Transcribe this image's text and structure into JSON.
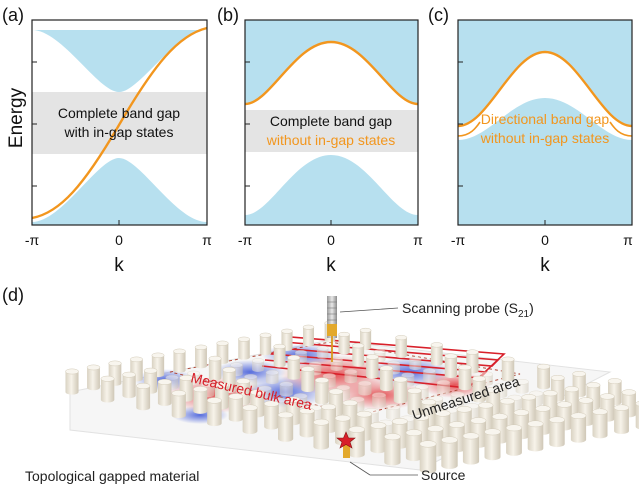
{
  "colors": {
    "band_fill": "#b7e0ef",
    "gap_fill": "#e4e4e4",
    "orange": "#f2961e",
    "axis": "#222222",
    "red_field": "#e2393d",
    "blue_field": "#3b55d8",
    "pillar": "#eee8da"
  },
  "common": {
    "ylabel": "Energy",
    "xlabel": "k",
    "x_ticks": [
      "-π",
      "0",
      "π"
    ]
  },
  "panels": [
    {
      "tag": "(a)",
      "text_lines": [
        {
          "text": "Complete band gap",
          "color": "#111111"
        },
        {
          "text": "with in-gap states",
          "color": "#111111"
        }
      ]
    },
    {
      "tag": "(b)",
      "text_lines": [
        {
          "text": "Complete band gap",
          "color": "#111111"
        },
        {
          "text": "without in-gap states",
          "color": "#f2961e"
        }
      ]
    },
    {
      "tag": "(c)",
      "text_lines": [
        {
          "text": "Directional band gap",
          "color": "#f2961e"
        },
        {
          "text": "without in-gap states",
          "color": "#f2961e"
        }
      ]
    }
  ],
  "panel_d": {
    "tag": "(d)",
    "probe_label": "Scanning probe (S",
    "probe_sub": "21",
    "probe_close": ")",
    "measured_label": "Measured bulk area",
    "unmeasured_label": "Unmeasured area",
    "material_label": "Topological gapped material",
    "source_label": "Source"
  }
}
